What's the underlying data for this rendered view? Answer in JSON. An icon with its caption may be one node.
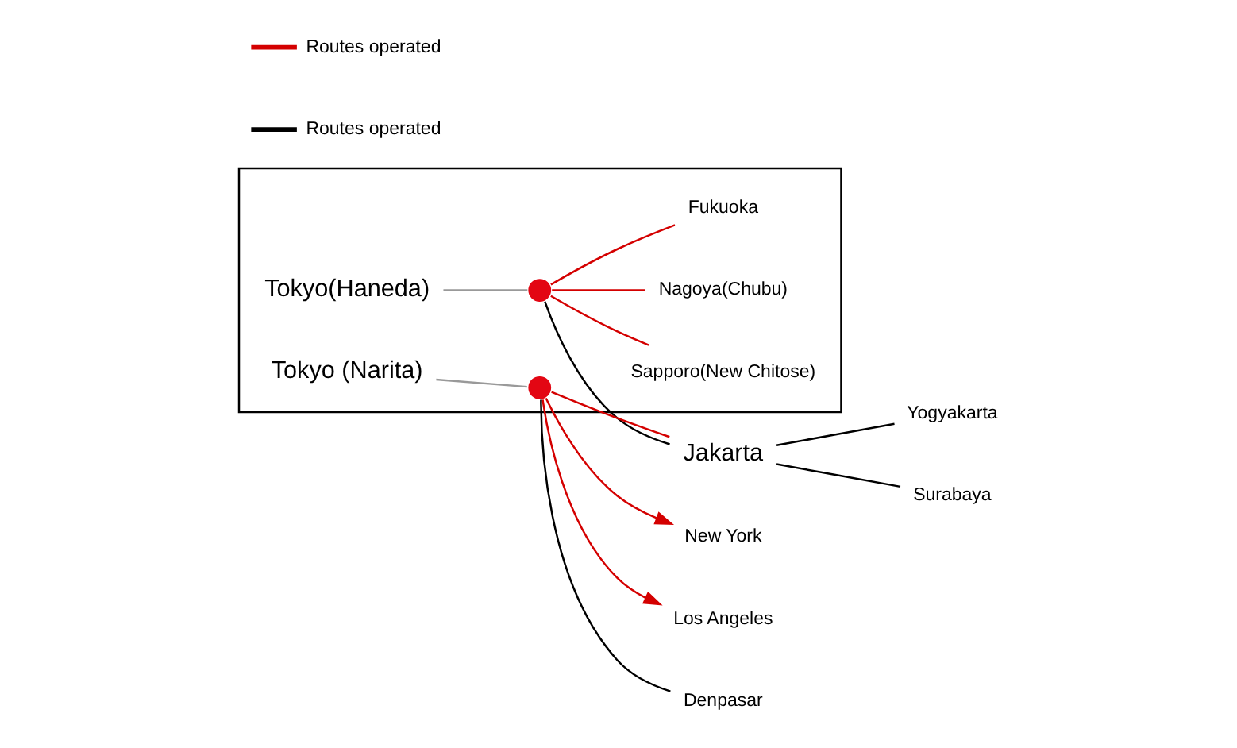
{
  "diagram": {
    "nodes": [
      {
        "text": [],
        "shape": "box"
      },
      {
        "text": [
          "Sapporo(New Chitose)"
        ],
        "in": 0
      },
      {
        "text": [
          "Tokyo (Narita)"
        ],
        "in": 0
      },
      {
        "text": [
          "Nagoya(Chubu)"
        ],
        "in": 0
      },
      {
        "text": [],
        "shape": "circle",
        "in": 0
      },
      {
        "text": [],
        "shape": "circle",
        "in": 0
      },
      {
        "text": [
          "Fukuoka"
        ],
        "in": 0
      },
      {
        "text": [
          "Tokyo(Haneda)"
        ],
        "in": 0
      },
      {
        "text": [
          "New York"
        ]
      },
      {
        "text": [
          "Los Angeles"
        ]
      },
      {
        "text": [
          "Jakarta"
        ]
      },
      {
        "text": [
          "Yogyakarta"
        ]
      },
      {
        "text": [
          "Surabaya"
        ]
      },
      {
        "text": [
          "Denpasar"
        ]
      }
    ],
    "edges": [
      {
        "from": 5,
        "to": 8,
        "arrow": "to",
        "color": "#d40000"
      },
      {
        "from": 5,
        "to": 9,
        "arrow": "to",
        "color": "#d40000"
      },
      {
        "from": 4,
        "to": 1,
        "arrow": "none",
        "color": "#d40000"
      },
      {
        "from": 4,
        "to": 3,
        "arrow": "none",
        "color": "#d40000"
      },
      {
        "from": 4,
        "to": 6,
        "arrow": "none",
        "color": "#d40000"
      },
      {
        "from": 5,
        "to": 10,
        "arrow": "none",
        "color": "#d40000"
      },
      {
        "from": 5,
        "to": 13,
        "arrow": "none",
        "color": "#000000"
      },
      {
        "from": 4,
        "to": 10,
        "arrow": "none",
        "color": "#000000"
      },
      {
        "from": 10,
        "to": 12,
        "arrow": "none",
        "color": "#000000"
      },
      {
        "from": 10,
        "to": 11,
        "arrow": "none",
        "color": "#000000"
      },
      {
        "from": 2,
        "to": 5,
        "arrow": "none",
        "color": "#999999"
      },
      {
        "from": 7,
        "to": 4,
        "arrow": "none",
        "color": "#999999"
      }
    ],
    "legend": [
      {
        "text": "Routes operated",
        "color": "#d40000"
      },
      {
        "text": "Routes operated",
        "color": "#000000"
      }
    ]
  }
}
